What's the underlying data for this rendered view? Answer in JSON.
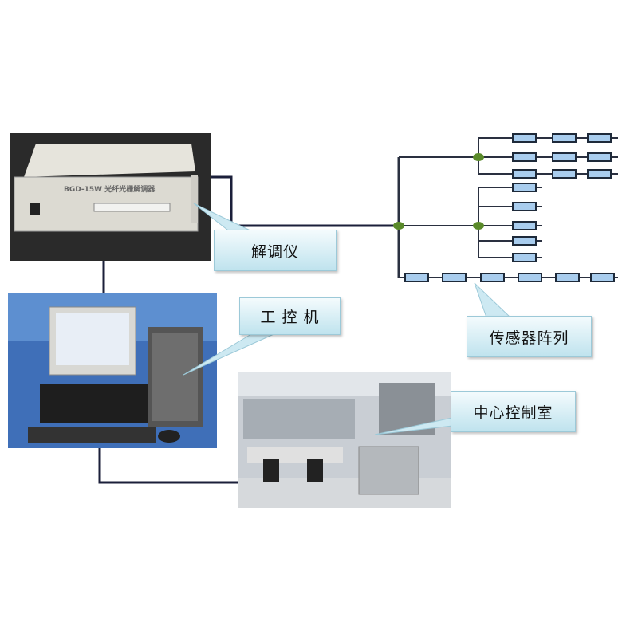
{
  "title": "光纤光栅传感监测系统示意图",
  "device_label": "BGD-15W 光纤光栅解调器",
  "callouts": {
    "demodulator": "解调仪",
    "ipc": "工 控 机",
    "sensor_array": "传感器阵列",
    "control_room": "中心控制室"
  },
  "colors": {
    "line": "#1b1f3a",
    "sensor_fill": "#a9cdee",
    "node": "#5a8a2a"
  }
}
